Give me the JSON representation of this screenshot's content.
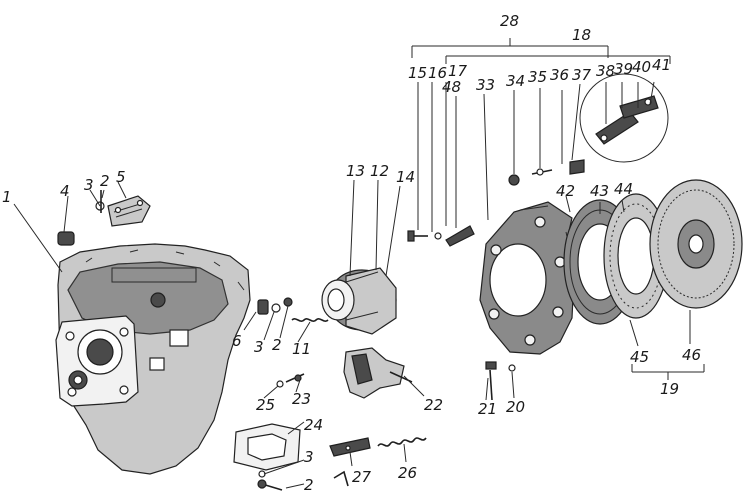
{
  "labels": {
    "n1": "1",
    "n2a": "2",
    "n3a": "3",
    "n4": "4",
    "n5": "5",
    "n6": "6",
    "n3b": "3",
    "n2b": "2",
    "n11": "11",
    "n13": "13",
    "n12": "12",
    "n14": "14",
    "n15": "15",
    "n16": "16",
    "n17": "17",
    "n48": "48",
    "n28": "28",
    "n18": "18",
    "n33": "33",
    "n34": "34",
    "n35": "35",
    "n36": "36",
    "n37": "37",
    "n38": "38",
    "n39": "39",
    "n40": "40",
    "n41": "41",
    "n42": "42",
    "n43": "43",
    "n44": "44",
    "n45": "45",
    "n46": "46",
    "n19": "19",
    "n21": "21",
    "n20": "20",
    "n23": "23",
    "n25": "25",
    "n22": "22",
    "n24": "24",
    "n3c": "3",
    "n2c": "2",
    "n27": "27",
    "n26": "26"
  }
}
